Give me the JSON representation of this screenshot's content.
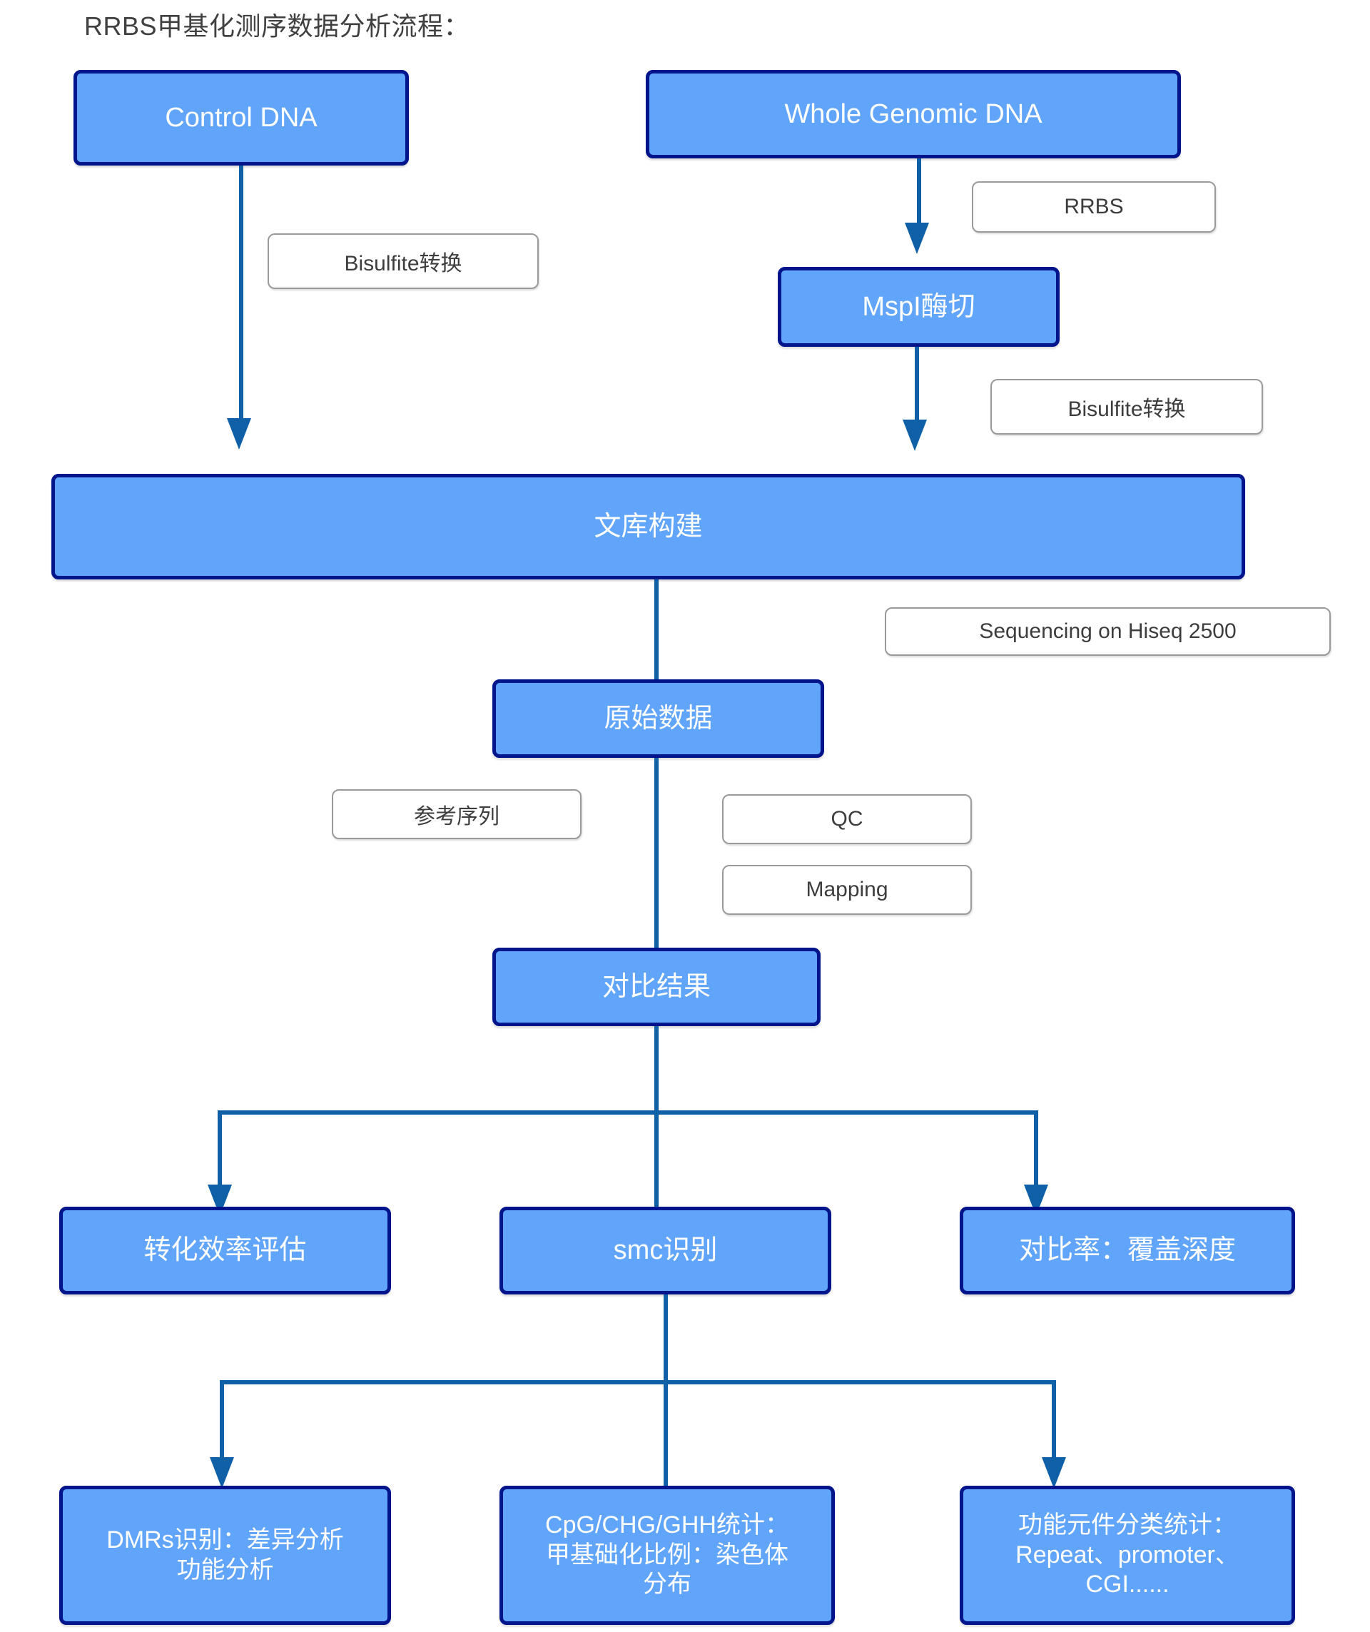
{
  "title": "RRBS甲基化测序数据分析流程：",
  "colors": {
    "box_fill": "#61a5fb",
    "box_border": "#00148c",
    "connector": "#1060a8",
    "annotation_border": "#9a9a9a",
    "text_on_box": "#ffffff",
    "page_background": "#ffffff"
  },
  "process_boxes": {
    "control_dna": "Control DNA",
    "whole_genomic_dna": "Whole Genomic DNA",
    "mspi_digestion": "MspI酶切",
    "library_construction": "文库构建",
    "raw_data": "原始数据",
    "alignment_result": "对比结果",
    "conversion_efficiency": "转化效率评估",
    "smc_identification": "smc识别",
    "mapping_rate_depth": "对比率：覆盖深度",
    "dmrs": {
      "line1": "DMRs识别：差异分析",
      "line2": "功能分析"
    },
    "cpg_stats": {
      "line1": "CpG/CHG/GHH统计：",
      "line2": "甲基础化比例：染色体",
      "line3": "分布"
    },
    "functional_elements": {
      "line1": "功能元件分类统计：",
      "line2": "Repeat、promoter、",
      "line3": "CGI......"
    }
  },
  "annotation_boxes": {
    "bisulfite_left": "Bisulfite转换",
    "rrbs": "RRBS",
    "bisulfite_right": "Bisulfite转换",
    "sequencing": "Sequencing on Hiseq 2500",
    "reference_sequence": "参考序列",
    "qc": "QC",
    "mapping": "Mapping"
  }
}
